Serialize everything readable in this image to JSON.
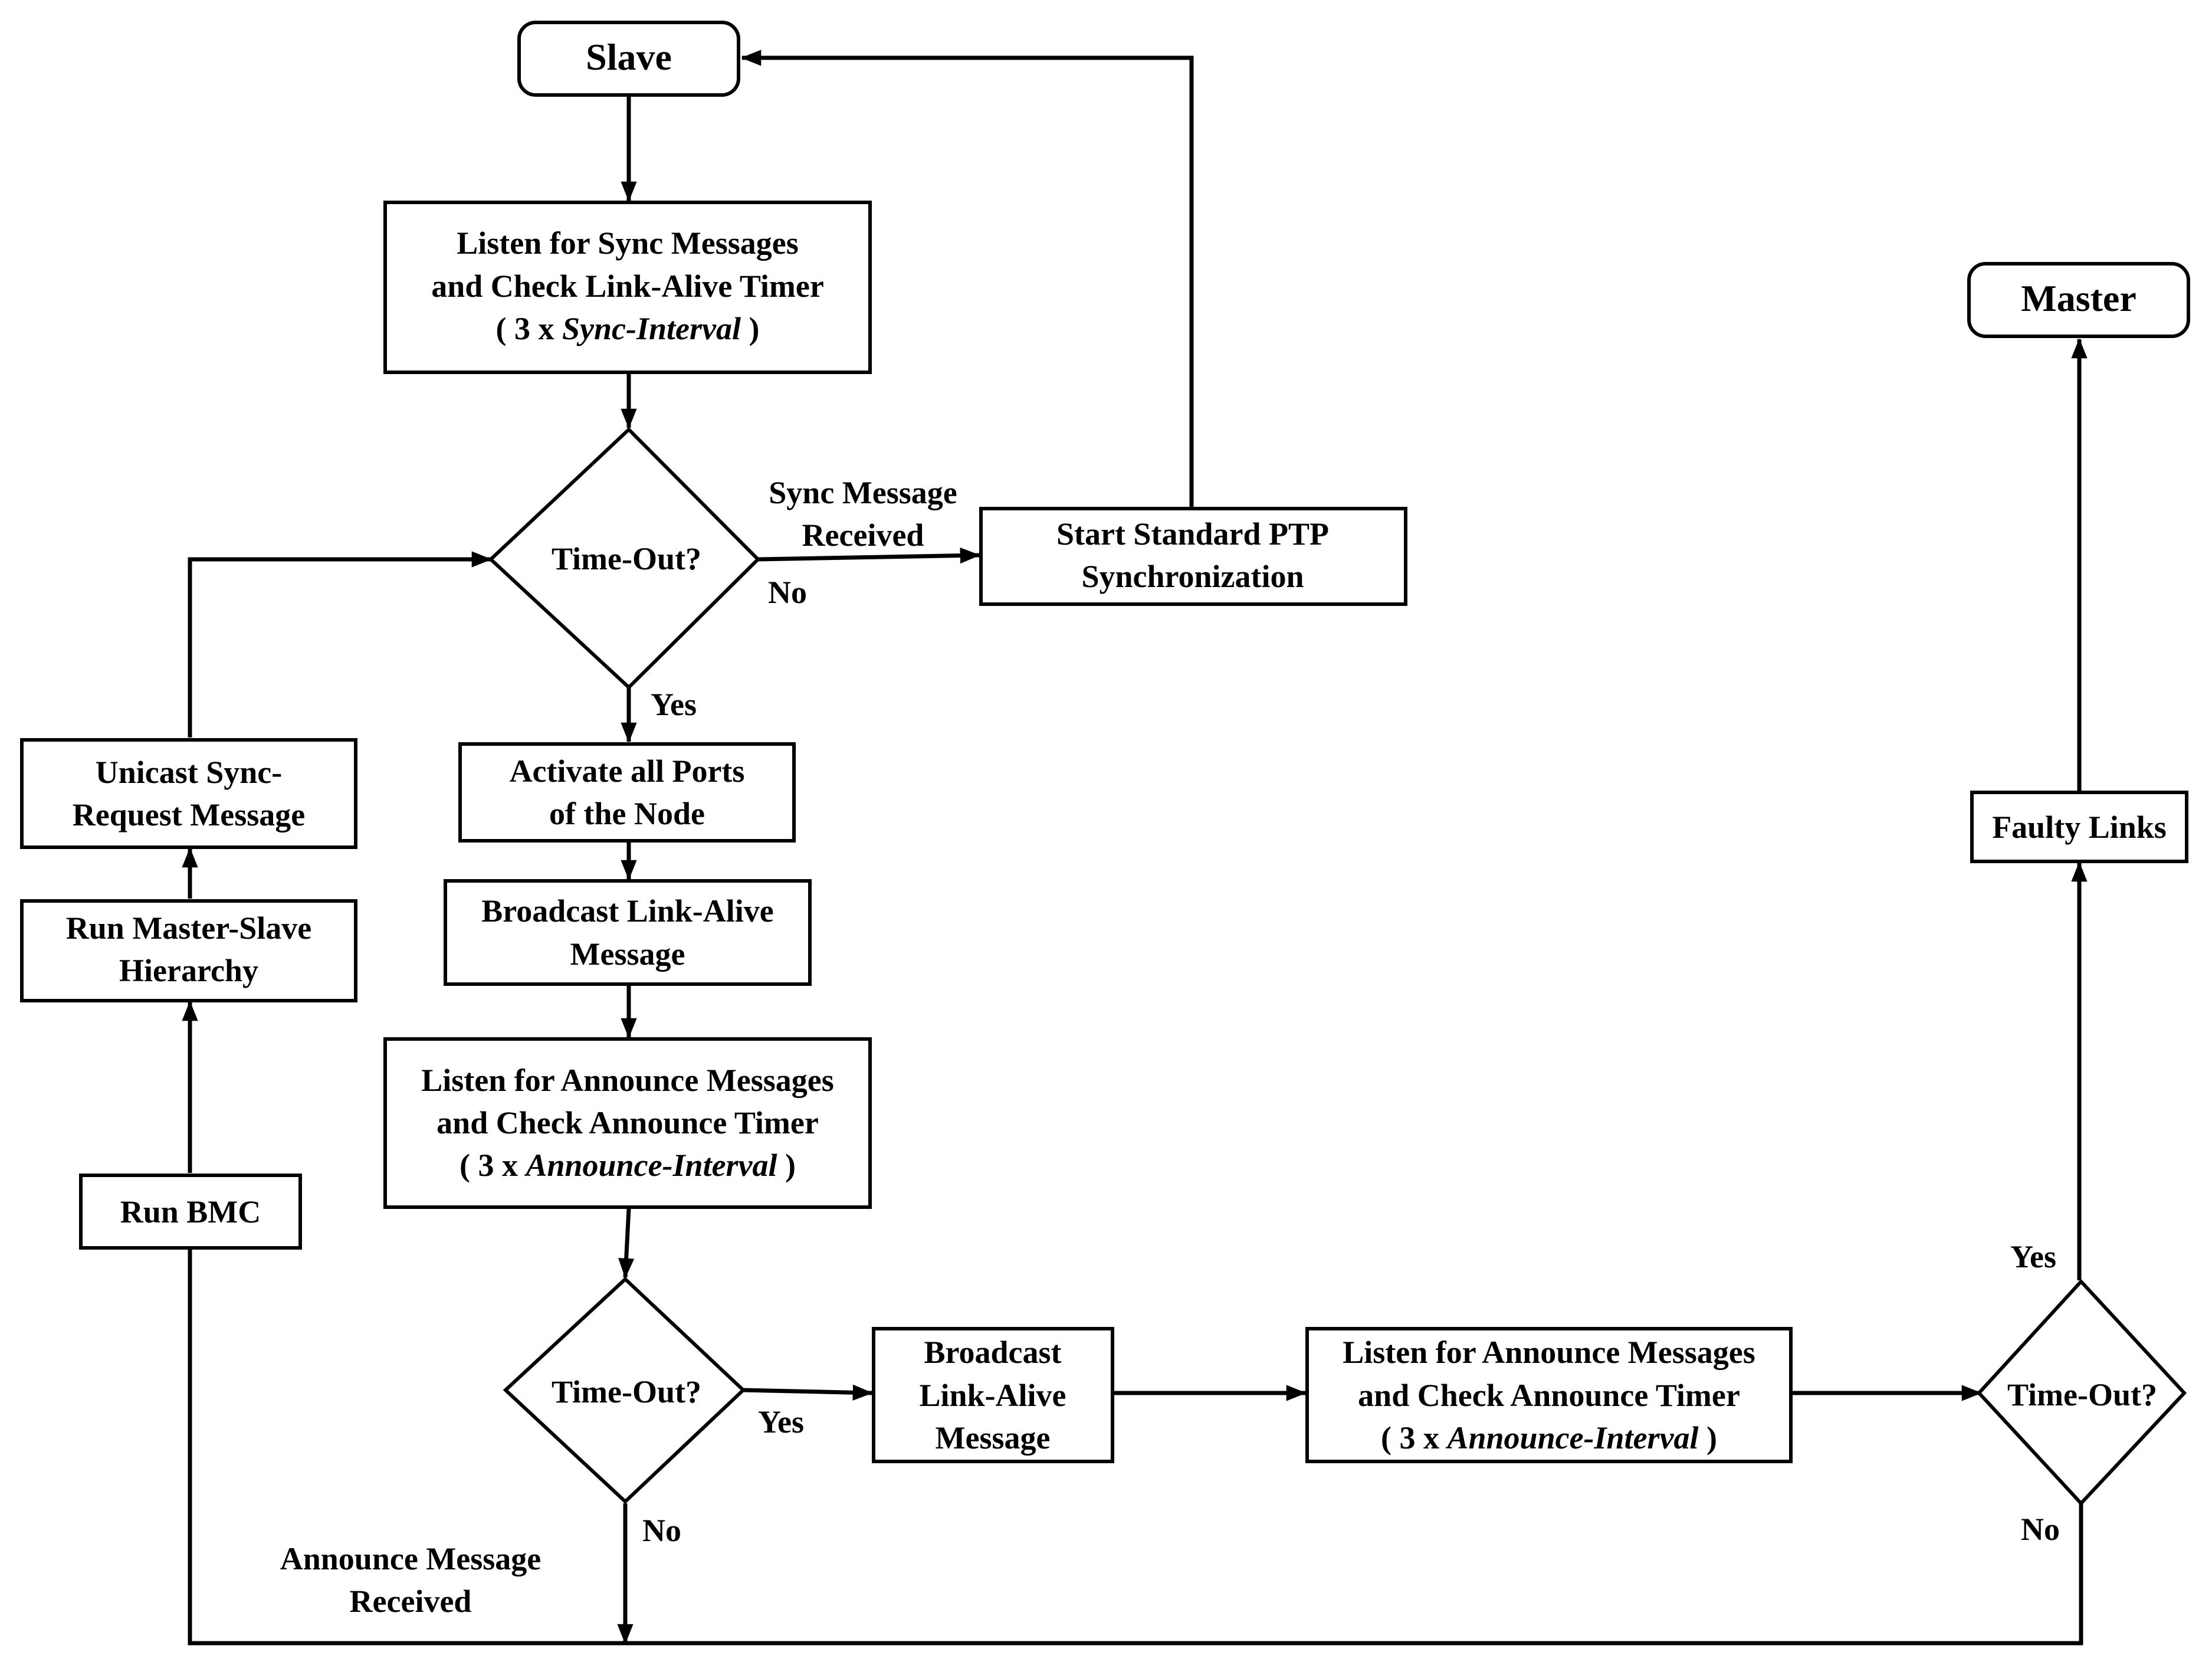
{
  "diagram": {
    "nodes": {
      "slave": {
        "label": "Slave"
      },
      "master": {
        "label": "Master"
      },
      "listen_sync": {
        "line1": "Listen for Sync Messages",
        "line2": "and Check Link-Alive Timer",
        "line3_prefix": "( 3 x ",
        "line3_italic": "Sync-Interval",
        "line3_suffix": " )"
      },
      "timeout_1": {
        "label": "Time-Out?"
      },
      "start_ptp": {
        "line1": "Start Standard PTP",
        "line2": "Synchronization"
      },
      "activate_ports": {
        "line1": "Activate all Ports",
        "line2": "of the Node"
      },
      "broadcast_1": {
        "line1": "Broadcast Link-Alive",
        "line2": "Message"
      },
      "listen_announce_1": {
        "line1": "Listen for Announce Messages",
        "line2": "and Check Announce Timer",
        "line3_prefix": "( 3 x ",
        "line3_italic": "Announce-Interval",
        "line3_suffix": " )"
      },
      "timeout_2": {
        "label": "Time-Out?"
      },
      "broadcast_2": {
        "line1": "Broadcast",
        "line2": "Link-Alive",
        "line3": "Message"
      },
      "listen_announce_2": {
        "line1": "Listen for Announce Messages",
        "line2": "and Check Announce Timer",
        "line3_prefix": "( 3 x ",
        "line3_italic": "Announce-Interval",
        "line3_suffix": " )"
      },
      "timeout_3": {
        "label": "Time-Out?"
      },
      "faulty_links": {
        "label": "Faulty Links"
      },
      "unicast_sync": {
        "line1": "Unicast Sync-",
        "line2": "Request Message"
      },
      "run_hierarchy": {
        "line1": "Run Master-Slave",
        "line2": "Hierarchy"
      },
      "run_bmc": {
        "label": "Run BMC"
      }
    },
    "edge_labels": {
      "sync_received_1": "Sync Message",
      "sync_received_2": "Received",
      "no_1": "No",
      "yes_1": "Yes",
      "yes_2": "Yes",
      "no_2": "No",
      "yes_3": "Yes",
      "no_3": "No",
      "announce_received_1": "Announce Message",
      "announce_received_2": "Received"
    }
  }
}
